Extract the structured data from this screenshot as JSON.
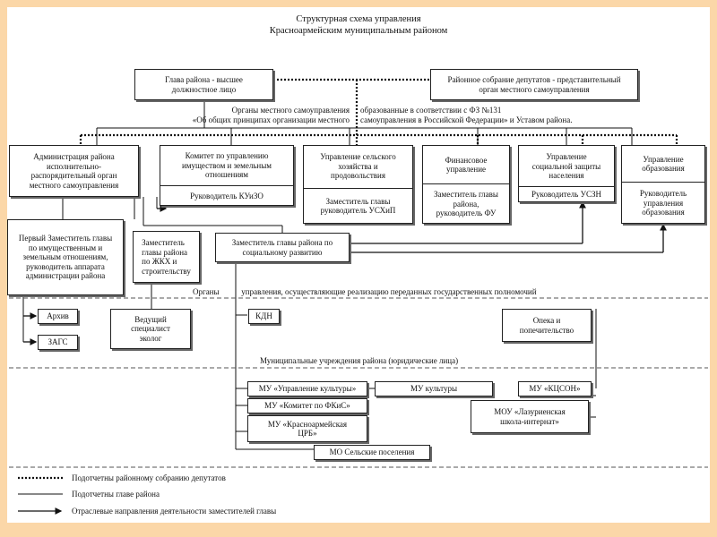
{
  "title": "Структурная схема управления\nКрасноармейским муниципальным районом",
  "top": {
    "head": "Глава района - высшее\nдолжностное лицо",
    "assembly": "Районное собрание депутатов - представительный\nорган местного самоуправления",
    "organs_left": "Органы местного самоуправления\n«Об общих принципах организации местного",
    "organs_right": "образованные в соответствии с ФЗ №131\nсамоуправления в Российской Федерации» и Уставом района."
  },
  "row1": {
    "admin": "Администрация района\nисполнительно-\nраспорядительный орган\nместного самоуправления",
    "kuizo_top": "Комитет по управлению\nимуществом и земельным\nотношениям",
    "kuizo_bottom": "Руководитель КУиЗО",
    "agri_top": "Управление сельского\nхозяйства и\nпродовольствия",
    "agri_bottom": "Заместитель главы\nруководитель УСХиП",
    "fin_top": "Финансовое\nуправление",
    "fin_bottom": "Заместитель главы\nрайона,\nруководитель ФУ",
    "social_top": "Управление\nсоциальной защиты\nнаселения",
    "social_bottom": "Руководитель УСЗН",
    "edu_top": "Управление\nобразования",
    "edu_bottom": "Руководитель\nуправления\nобразования"
  },
  "row2": {
    "first_deputy": "Первый Заместитель главы\nпо имущественным и\nземельным отношениям,\nруководитель аппарата\nадминистрации района",
    "deputy_zkh": "Заместитель\nглавы района\nпо ЖКХ и\nстроительству",
    "deputy_social": "Заместитель главы района по\nсоциальному развитию"
  },
  "organs_line": "Органы           управления, осуществляющие реализацию переданных государственных полномочий",
  "row3": {
    "archive": "Архив",
    "zags": "ЗАГС",
    "ecologist": "Ведущий\nспециалист\nэколог",
    "kdn": "КДН",
    "guardianship": "Опека и\nпопечительство"
  },
  "institutions_label": "Муниципальные учреждения района (юридические лица)",
  "row4": {
    "mu_culture_dept": "МУ «Управление культуры»",
    "mu_culture": "МУ культуры",
    "mu_kfis": "МУ «Комитет по ФКиС»",
    "mu_crb": "МУ «Красноармейская\nЦРБ»",
    "mu_kcson": "МУ «КЦСОН»",
    "mou_school": "МОУ «Лазуриенская\nшкола-интернат»",
    "mo_settlements": "МО Сельские поселения"
  },
  "legend": {
    "dotted": "Подотчетны районному собранию депутатов",
    "solid": "Подотчетны главе района",
    "arrow": "Отраслевые направления деятельности заместителей главы"
  }
}
